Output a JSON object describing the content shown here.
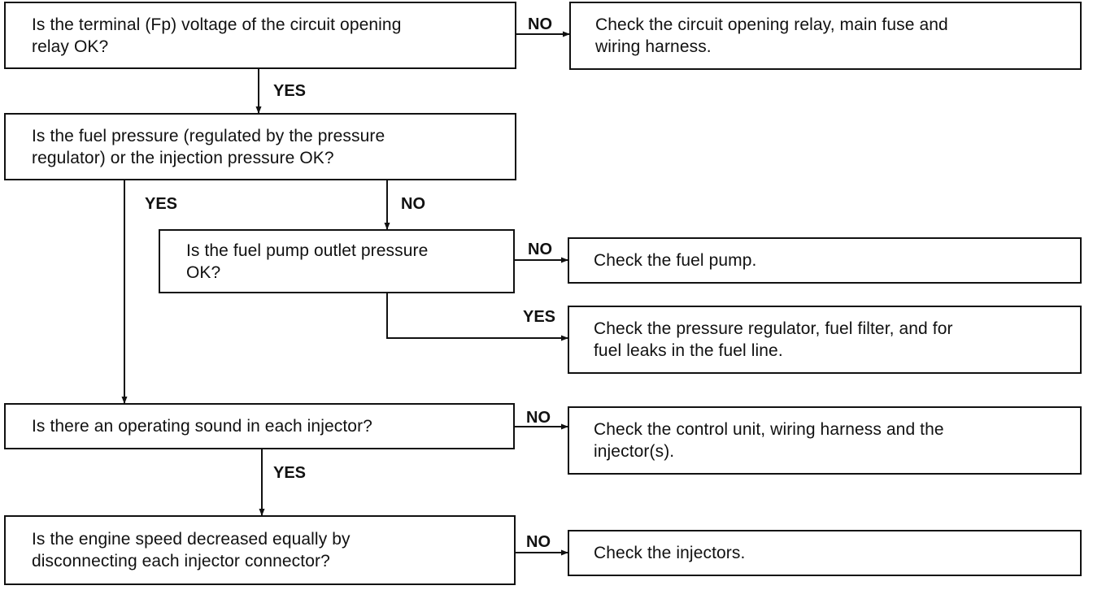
{
  "flowchart": {
    "q1": "Is the terminal (Fp) voltage of the circuit opening\nrelay OK?",
    "q2": "Is the fuel pressure (regulated by the pressure\nregulator) or the injection pressure OK?",
    "q3": "Is the fuel pump outlet pressure\nOK?",
    "q4": "Is there an operating sound in each injector?",
    "q5": "Is the engine speed decreased equally by\ndisconnecting each injector connector?",
    "a1": "Check the circuit opening relay, main fuse and\nwiring harness.",
    "a2": "Check the fuel pump.",
    "a3": "Check the pressure regulator, fuel filter, and for\nfuel leaks in the fuel line.",
    "a4": "Check the control unit, wiring harness and the\ninjector(s).",
    "a5": "Check the injectors."
  },
  "labels": {
    "yes": "YES",
    "no": "NO"
  }
}
